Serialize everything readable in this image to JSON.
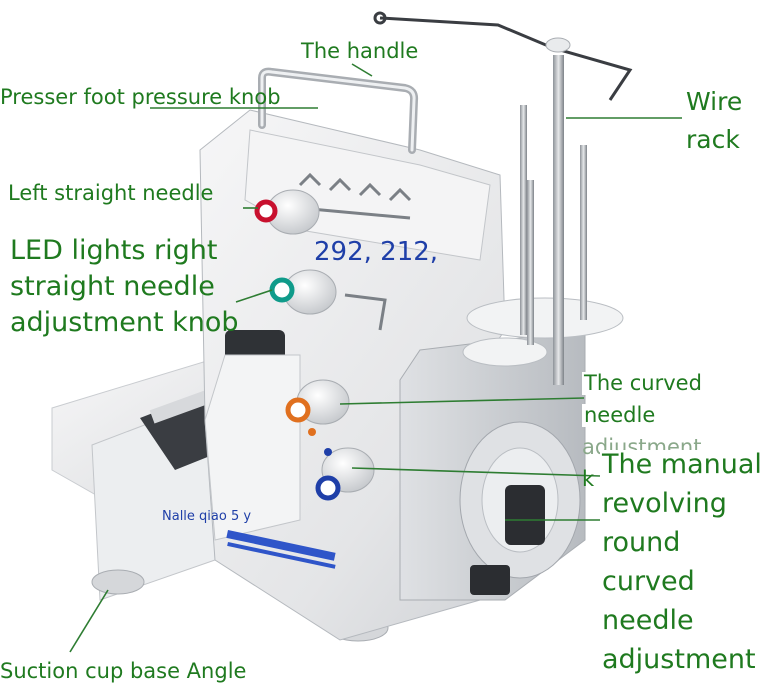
{
  "colors": {
    "label": "#1f7a1f",
    "leader": "#2e7d32",
    "blue_text": "#1f3fa8",
    "machine_body": "#e9eaeb",
    "machine_shadow": "#b9bcc0",
    "ring_red": "#c8102e",
    "ring_teal": "#0f9b8a",
    "ring_orange": "#e0701f",
    "ring_blue": "#1f3fa8"
  },
  "labels": {
    "handle": "The handle",
    "presser_foot": "Presser foot pressure knob",
    "left_needle": "Left straight needle",
    "led_line1": "LED lights right",
    "led_line2": "straight needle",
    "led_line3": "adjustment knob",
    "wire_rack_line1": "Wire",
    "wire_rack_line2": "rack",
    "curved_needle_line1": "The curved",
    "curved_needle_line2": "needle",
    "curved_needle_line3": "adjustment",
    "curved_needle_line4": "k",
    "manual_line1": "The manual",
    "manual_line2": "revolving",
    "manual_line3": "round",
    "manual_line4": "curved",
    "manual_line5": "needle",
    "manual_line6": "adjustment",
    "suction_cup": "Suction cup base Angle"
  },
  "overlays": {
    "model_numbers": "292, 212,",
    "watermark": "Nalle qiao 5 y"
  },
  "icons": {
    "machine": "overlock-sewing-machine-illustration"
  }
}
